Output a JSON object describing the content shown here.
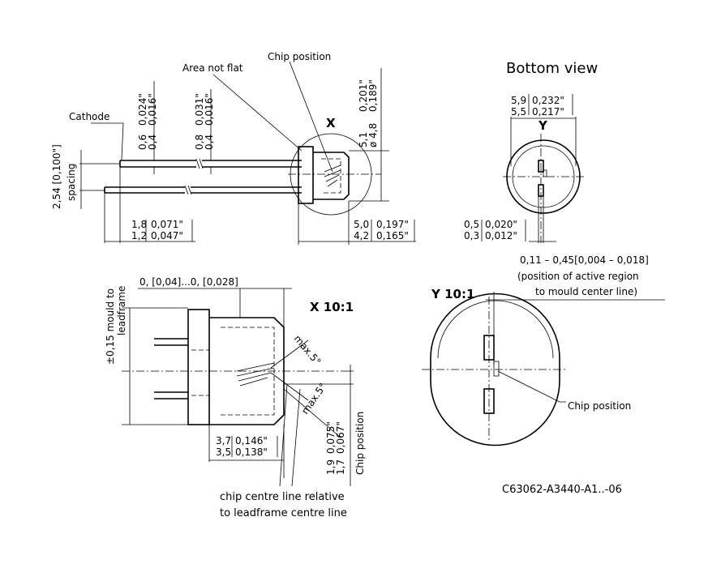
{
  "labels": {
    "chip_position": "Chip position",
    "area_not_flat": "Area not flat",
    "cathode": "Cathode",
    "x_marker": "X",
    "dia_outer_in": "0,201\"",
    "dia_inner_in": "0,189\"",
    "dia_outer_mm": "5,1",
    "dia_inner_mm": "ø 4,8",
    "lead_thick_a_mm": "0,6",
    "lead_thick_a_mm2": "0,4",
    "lead_thick_a_in": "0,024\"",
    "lead_thick_a_in2": "0,016\"",
    "lead_thick_b_mm": "0,8",
    "lead_thick_b_mm2": "0,4",
    "lead_thick_b_in": "0,031\"",
    "lead_thick_b_in2": "0,016\"",
    "spacing_dim": "2,54 [0,100\"]",
    "spacing_word": "spacing",
    "lead_len_1": "1,8",
    "lead_len_1_in": "0,071\"",
    "lead_len_2": "1,2",
    "lead_len_2_in": "0,047\"",
    "body_len_1": "5,0",
    "body_len_1_in": "0,197\"",
    "body_len_2": "4,2",
    "body_len_2_in": "0,165\""
  },
  "bottom_view": {
    "title": "Bottom view",
    "y_marker": "Y",
    "dim_top_1": "5,9",
    "dim_top_1_in": "0,232\"",
    "dim_top_2": "5,5",
    "dim_top_2_in": "0,217\"",
    "dim_bot_1": "0,5",
    "dim_bot_1_in": "0,020\"",
    "dim_bot_2": "0,3",
    "dim_bot_2_in": "0,012\""
  },
  "detail_x": {
    "title": "X 10:1",
    "mould_tol": "±0,15 mould to",
    "leadframe": "leadframe",
    "top_dim": "0, [0,04]...0, [0,028]",
    "angle1": "max.5°",
    "angle2": "max.5°",
    "bottom_dim_1": "3,7",
    "bottom_dim_1_in": "0,146\"",
    "bottom_dim_2": "3,5",
    "bottom_dim_2_in": "0,138\"",
    "chip_dim_1": "1,9",
    "chip_dim_1_in": "0,075\"",
    "chip_dim_2": "1,7",
    "chip_dim_2_in": "0,067\"",
    "chip_position_vertical": "Chip position",
    "note_line1": "chip centre line relative",
    "note_line2": "to leadframe centre line"
  },
  "detail_y": {
    "title": "Y 10:1",
    "tol_line1": "0,11 – 0,45[0,004 – 0,018]",
    "tol_line2": "(position of active region",
    "tol_line3": "to mould center line)",
    "chip_position": "Chip position"
  },
  "part_number": "C63062-A3440-A1..-06"
}
